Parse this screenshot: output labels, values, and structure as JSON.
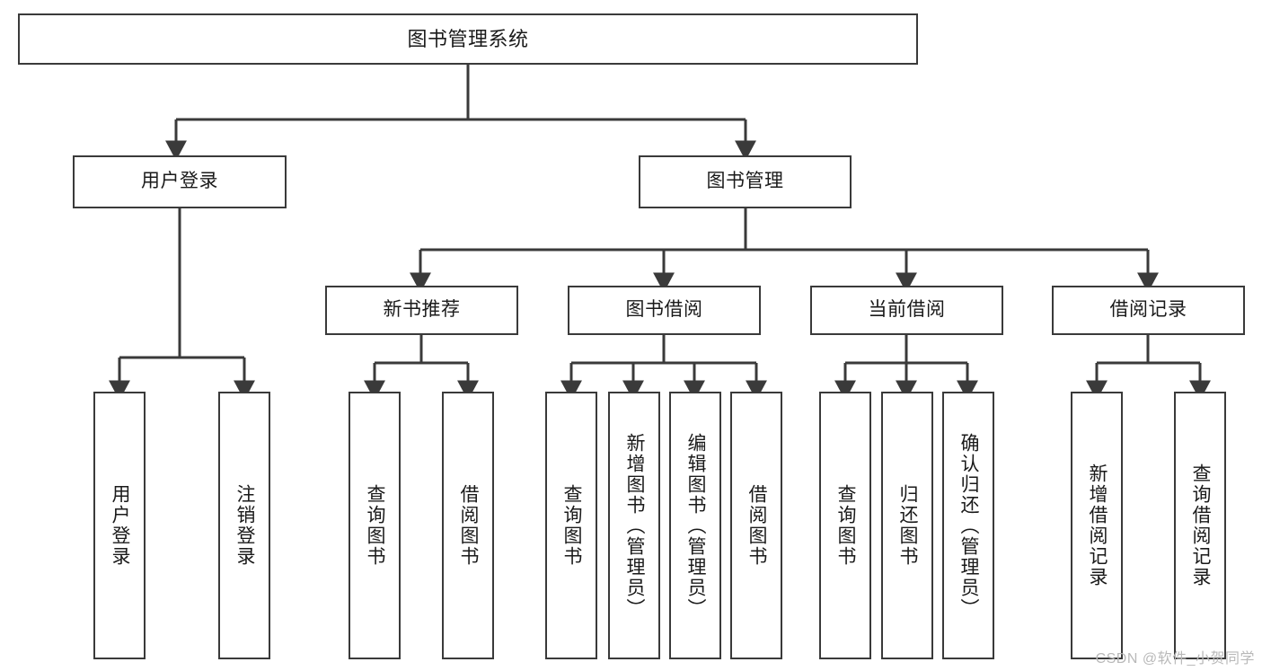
{
  "diagram": {
    "title": "图书管理系统",
    "watermark": "CSDN @软件_小贺同学",
    "colors": {
      "background": "#ffffff",
      "node_border": "#3a3a3a",
      "node_fill": "#ffffff",
      "connector": "#3a3a3a",
      "text": "#1a1a1a",
      "watermark": "#b9b9b9"
    },
    "root": {
      "label": "图书管理系统"
    },
    "level2": [
      {
        "label": "用户登录"
      },
      {
        "label": "图书管理"
      }
    ],
    "level3": [
      {
        "label": "新书推荐"
      },
      {
        "label": "图书借阅"
      },
      {
        "label": "当前借阅"
      },
      {
        "label": "借阅记录"
      }
    ],
    "leaves": {
      "user_login": [
        {
          "label": "用户登录"
        },
        {
          "label": "注销登录"
        }
      ],
      "new_book_recommend": [
        {
          "label": "查询图书"
        },
        {
          "label": "借阅图书"
        }
      ],
      "book_borrow": [
        {
          "label": "查询图书"
        },
        {
          "label": "新增图书（管理员）"
        },
        {
          "label": "编辑图书（管理员）"
        },
        {
          "label": "借阅图书"
        }
      ],
      "current_borrow": [
        {
          "label": "查询图书"
        },
        {
          "label": "归还图书"
        },
        {
          "label": "确认归还（管理员）"
        }
      ],
      "borrow_record": [
        {
          "label": "新增借阅记录"
        },
        {
          "label": "查询借阅记录"
        }
      ]
    }
  }
}
